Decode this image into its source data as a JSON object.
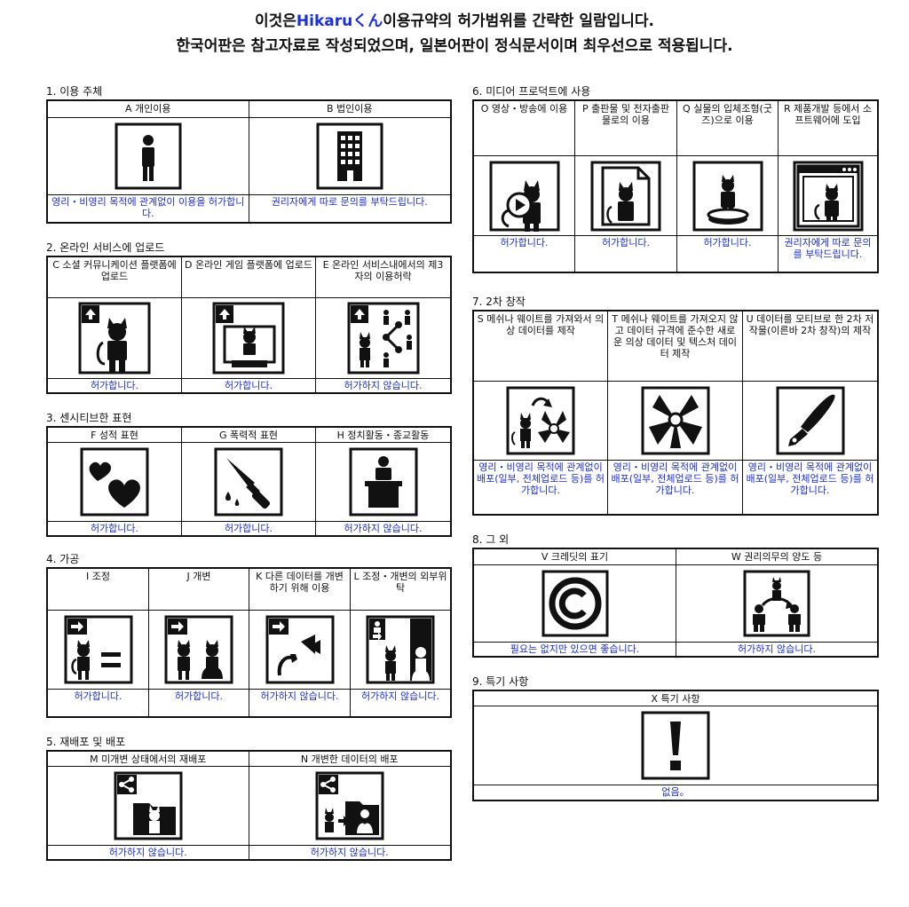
{
  "header": {
    "line1_pre": "이것은",
    "line1_brand": "Hikaruくん",
    "line1_post": "이용규약의 허가범위를 간략한 일람입니다.",
    "line2": "한국어판은 참고자료로 작성되었으며, 일본어판이 정식문서이며 최우선으로 적용됩니다."
  },
  "colors": {
    "text": "#111111",
    "accent": "#1c2fd8",
    "background": "#ffffff"
  },
  "sections": {
    "s1": {
      "title": "1. 이용 주체",
      "items": [
        {
          "label": "A 개인이용",
          "icon": "person-icon",
          "caption": "영리・비영리 목적에 관계없이 이용을 허가합니다."
        },
        {
          "label": "B 법인이용",
          "icon": "building-icon",
          "caption": "권리자에게 따로 문의를 부탁드립니다."
        }
      ]
    },
    "s2": {
      "title": "2. 온라인 서비스에 업로드",
      "items": [
        {
          "label": "C 소셜 커뮤니케이션 플랫폼에 업로드",
          "icon": "upload-avatar-icon",
          "caption": "허가합니다."
        },
        {
          "label": "D 온라인 게임 플랫폼에 업로드",
          "icon": "upload-monitor-icon",
          "caption": "허가합니다."
        },
        {
          "label": "E 온라인 서비스내에서의 제3자의 이용허락",
          "icon": "share-users-icon",
          "caption": "허가하지 않습니다."
        }
      ]
    },
    "s3": {
      "title": "3. 센시티브한 표현",
      "items": [
        {
          "label": "F 성적 표현",
          "icon": "hearts-icon",
          "caption": "허가합니다."
        },
        {
          "label": "G 폭력적 표현",
          "icon": "knife-icon",
          "caption": "허가합니다."
        },
        {
          "label": "H 정치활동・종교활동",
          "icon": "podium-icon",
          "caption": "허가하지 않습니다."
        }
      ]
    },
    "s4": {
      "title": "4. 가공",
      "items": [
        {
          "label": "I 조정",
          "icon": "adjust-icon",
          "caption": "허가합니다."
        },
        {
          "label": "J 개변",
          "icon": "modify-icon",
          "caption": "허가합니다."
        },
        {
          "label": "K 다른 데이터를 개변하기 위해 이용",
          "icon": "reuse-parts-icon",
          "caption": "허가하지 않습니다."
        },
        {
          "label": "L 조정・개변의 외부위탁",
          "icon": "outsource-icon",
          "caption": "허가하지 않습니다."
        }
      ]
    },
    "s5": {
      "title": "5. 재배포 및 배포",
      "items": [
        {
          "label": "M 미개변 상태에서의 재배포",
          "icon": "share-folder-icon",
          "caption": "허가하지 않습니다."
        },
        {
          "label": "N 개변한 데이터의 배포",
          "icon": "share-modified-folder-icon",
          "caption": "허가하지 않습니다."
        }
      ]
    },
    "s6": {
      "title": "6. 미디어 프로덕트에 사용",
      "items": [
        {
          "label": "O 영상・방송에 이용",
          "icon": "video-play-icon",
          "caption": "허가합니다."
        },
        {
          "label": "P 출판물 및 전자출판물로의 이용",
          "icon": "publication-icon",
          "caption": "허가합니다."
        },
        {
          "label": "Q 실물의 입체조형(굿즈)으로 이용",
          "icon": "figure-icon",
          "caption": "허가합니다."
        },
        {
          "label": "R 제품개발 등에서 소프트웨어에 도입",
          "icon": "software-window-icon",
          "caption": "권리자에게 따로 문의를 부탁드립니다."
        }
      ]
    },
    "s7": {
      "title": "7. 2차 창작",
      "items": [
        {
          "label": "S 메쉬나 웨이트를 가져와서 의상 데이터를 제작",
          "icon": "mesh-transfer-icon",
          "caption": "영리・비영리 목적에 관계없이 배포(일부, 전체업로드 등)를 허가합니다."
        },
        {
          "label": "T 메쉬나 웨이트를 가져오지 않고 데이터 규격에 준수한 새로운 의상 데이터 및 텍스처 데이터 제작",
          "icon": "ribbon-icon",
          "caption": "영리・비영리 목적에 관계없이 배포(일부, 전체업로드 등)를 허가합니다."
        },
        {
          "label": "U 데이터를 모티브로 한 2차 저작물(이른바 2차 창작)의 제작",
          "icon": "pen-nib-icon",
          "caption": "영리・비영리 목적에 관계없이 배포(일부, 전체업로드 등)를 허가합니다."
        }
      ]
    },
    "s8": {
      "title": "8. 그 외",
      "items": [
        {
          "label": "V 크레딧의 표기",
          "icon": "copyright-icon",
          "caption": "필요는 없지만 있으면 좋습니다."
        },
        {
          "label": "W 권리의무의 양도 등",
          "icon": "transfer-rights-icon",
          "caption": "허가하지 않습니다."
        }
      ]
    },
    "s9": {
      "title": "9. 특기 사항",
      "items": [
        {
          "label": "X 특기 사항",
          "icon": "exclamation-icon",
          "caption": "없음。"
        }
      ]
    }
  }
}
